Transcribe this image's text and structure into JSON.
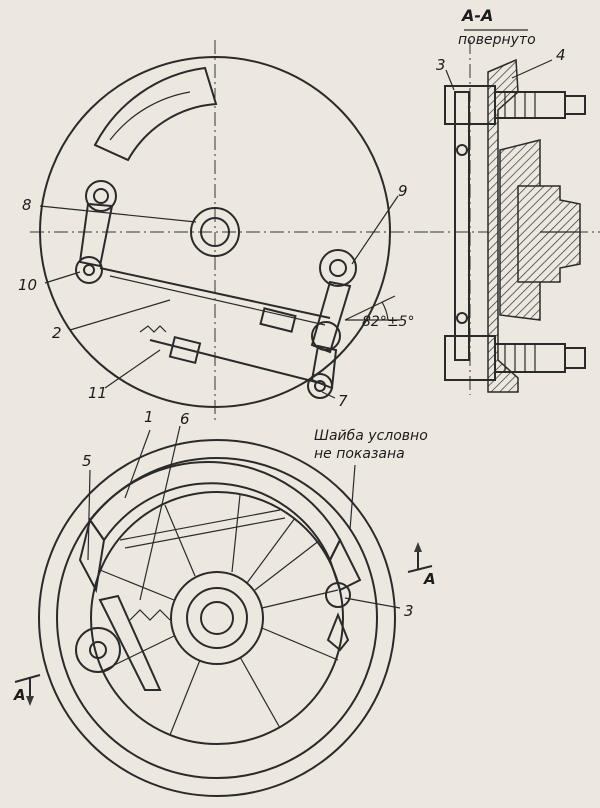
{
  "section": {
    "title": "А-А",
    "subtitle": "повернуто",
    "mark_left": "А",
    "mark_right": "А"
  },
  "callouts": {
    "n1": "1",
    "n2": "2",
    "n3_top": "3",
    "n3_bottom": "3",
    "n4": "4",
    "n5": "5",
    "n6": "6",
    "n7": "7",
    "n8": "8",
    "n9": "9",
    "n10": "10",
    "n11": "11"
  },
  "angle_label": "82°±5°",
  "note": {
    "line1": "Шайба условно",
    "line2": "не показана"
  },
  "colors": {
    "paper": "#ece8df",
    "ink": "#2a2a2a"
  }
}
